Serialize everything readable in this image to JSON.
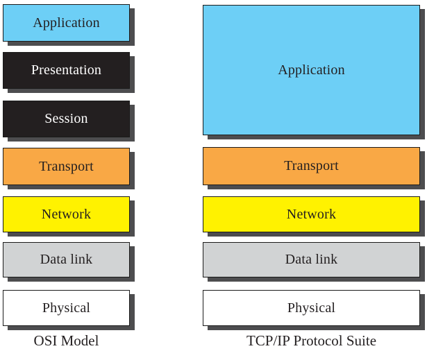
{
  "diagram": {
    "left_caption": "OSI Model",
    "right_caption": "TCP/IP Protocol Suite",
    "colors": {
      "background": "#FFFFFF",
      "border": "#1A1A1A",
      "shadow": "#4D4D4F",
      "layer_blue": "#6DCFF6",
      "layer_black": "#231F20",
      "layer_orange": "#F9A845",
      "layer_yellow": "#FFF200",
      "layer_gray": "#D1D3D4",
      "layer_white": "#FFFFFF"
    },
    "osi_layers": [
      {
        "label": "Application",
        "fill": "#6DCFF6",
        "text_color": "#231F20"
      },
      {
        "label": "Presentation",
        "fill": "#231F20",
        "text_color": "#FFFFFF"
      },
      {
        "label": "Session",
        "fill": "#231F20",
        "text_color": "#FFFFFF"
      },
      {
        "label": "Transport",
        "fill": "#F9A845",
        "text_color": "#231F20"
      },
      {
        "label": "Network",
        "fill": "#FFF200",
        "text_color": "#231F20"
      },
      {
        "label": "Data link",
        "fill": "#D1D3D4",
        "text_color": "#231F20"
      },
      {
        "label": "Physical",
        "fill": "#FFFFFF",
        "text_color": "#231F20"
      }
    ],
    "tcpip_layers": [
      {
        "label": "Application",
        "fill": "#6DCFF6",
        "text_color": "#231F20"
      },
      {
        "label": "Transport",
        "fill": "#F9A845",
        "text_color": "#231F20"
      },
      {
        "label": "Network",
        "fill": "#FFF200",
        "text_color": "#231F20"
      },
      {
        "label": "Data link",
        "fill": "#D1D3D4",
        "text_color": "#231F20"
      },
      {
        "label": "Physical",
        "fill": "#FFFFFF",
        "text_color": "#231F20"
      }
    ]
  }
}
